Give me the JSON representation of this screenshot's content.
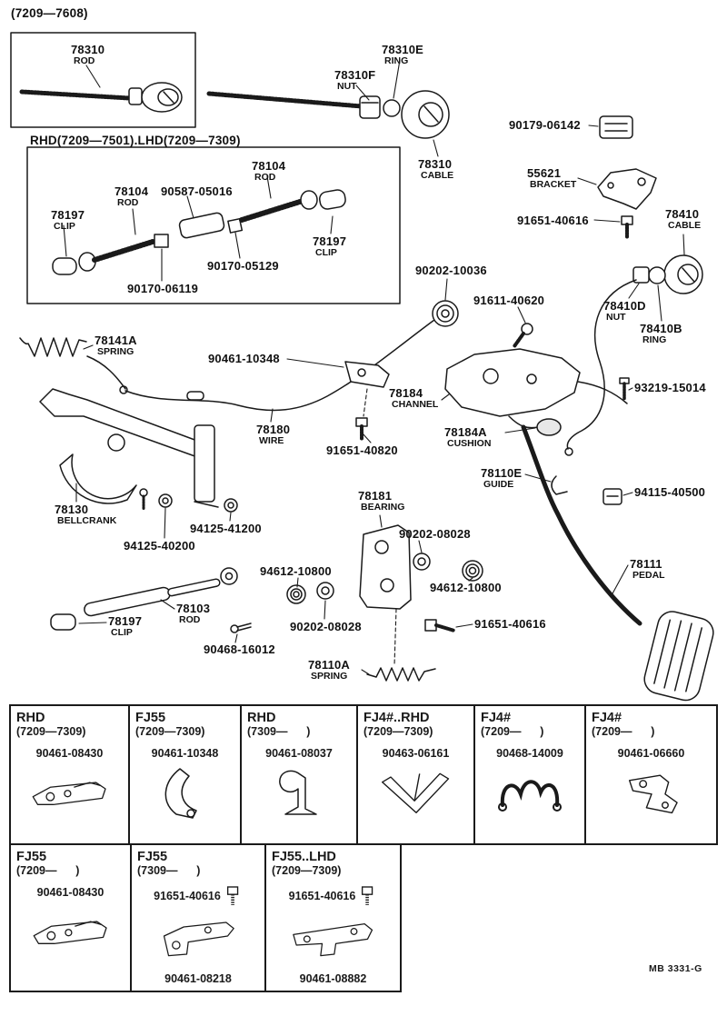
{
  "page": {
    "footer_code": "MB 3331-G",
    "ink": "#1a1a1a"
  },
  "labels": [
    {
      "t": "(7209—7608)",
      "s": ""
    },
    {
      "t": "78310",
      "s": "ROD"
    },
    {
      "t": "78310F",
      "s": "NUT"
    },
    {
      "t": "78310E",
      "s": "RING"
    },
    {
      "t": "78310",
      "s": "CABLE"
    },
    {
      "t": "90179-06142",
      "s": ""
    },
    {
      "t": "55621",
      "s": "BRACKET"
    },
    {
      "t": "91651-40616",
      "s": ""
    },
    {
      "t": "78410",
      "s": "CABLE"
    },
    {
      "t": "78410D",
      "s": "NUT"
    },
    {
      "t": "78410B",
      "s": "RING"
    },
    {
      "t": "RHD(7209—7501).LHD(7209—7309)",
      "s": ""
    },
    {
      "t": "78104",
      "s": "ROD"
    },
    {
      "t": "78104",
      "s": "ROD"
    },
    {
      "t": "90587-05016",
      "s": ""
    },
    {
      "t": "78197",
      "s": "CLIP"
    },
    {
      "t": "78197",
      "s": "CLIP"
    },
    {
      "t": "90170-05129",
      "s": ""
    },
    {
      "t": "90170-06119",
      "s": ""
    },
    {
      "t": "90202-10036",
      "s": ""
    },
    {
      "t": "91611-40620",
      "s": ""
    },
    {
      "t": "78141A",
      "s": "SPRING"
    },
    {
      "t": "90461-10348",
      "s": ""
    },
    {
      "t": "78184",
      "s": "CHANNEL"
    },
    {
      "t": "93219-15014",
      "s": ""
    },
    {
      "t": "78180",
      "s": "WIRE"
    },
    {
      "t": "91651-40820",
      "s": ""
    },
    {
      "t": "78184A",
      "s": "CUSHION"
    },
    {
      "t": "78110E",
      "s": "GUIDE"
    },
    {
      "t": "94115-40500",
      "s": ""
    },
    {
      "t": "78130",
      "s": "BELLCRANK"
    },
    {
      "t": "94125-41200",
      "s": ""
    },
    {
      "t": "94125-40200",
      "s": ""
    },
    {
      "t": "78181",
      "s": "BEARING"
    },
    {
      "t": "90202-08028",
      "s": ""
    },
    {
      "t": "94612-10800",
      "s": ""
    },
    {
      "t": "94612-10800",
      "s": ""
    },
    {
      "t": "78111",
      "s": "PEDAL"
    },
    {
      "t": "78103",
      "s": "ROD"
    },
    {
      "t": "78197",
      "s": "CLIP"
    },
    {
      "t": "90202-08028",
      "s": ""
    },
    {
      "t": "90468-16012",
      "s": ""
    },
    {
      "t": "91651-40616",
      "s": ""
    },
    {
      "t": "78110A",
      "s": "SPRING"
    }
  ],
  "table": {
    "cells": [
      {
        "model": "RHD",
        "range": "(7209—7309)",
        "part": "90461-08430"
      },
      {
        "model": "FJ55",
        "range": "(7209—7309)",
        "part": "90461-10348"
      },
      {
        "model": "RHD",
        "range": "(7309—      )",
        "part": "90461-08037"
      },
      {
        "model": "FJ4#..RHD",
        "range": "(7209—7309)",
        "part": "90463-06161"
      },
      {
        "model": "FJ4#",
        "range": "(7209—      )",
        "part": "90468-14009"
      },
      {
        "model": "FJ4#",
        "range": "(7209—      )",
        "part": "90461-06660"
      },
      {
        "model": "FJ55",
        "range": "(7209—      )",
        "part": "90461-08430"
      },
      {
        "model": "FJ55",
        "range": "(7309—      )",
        "bolt": "91651-40616",
        "part": "90461-08218"
      },
      {
        "model": "FJ55..LHD",
        "range": "(7209—7309)",
        "bolt": "91651-40616",
        "part": "90461-08882"
      }
    ]
  }
}
